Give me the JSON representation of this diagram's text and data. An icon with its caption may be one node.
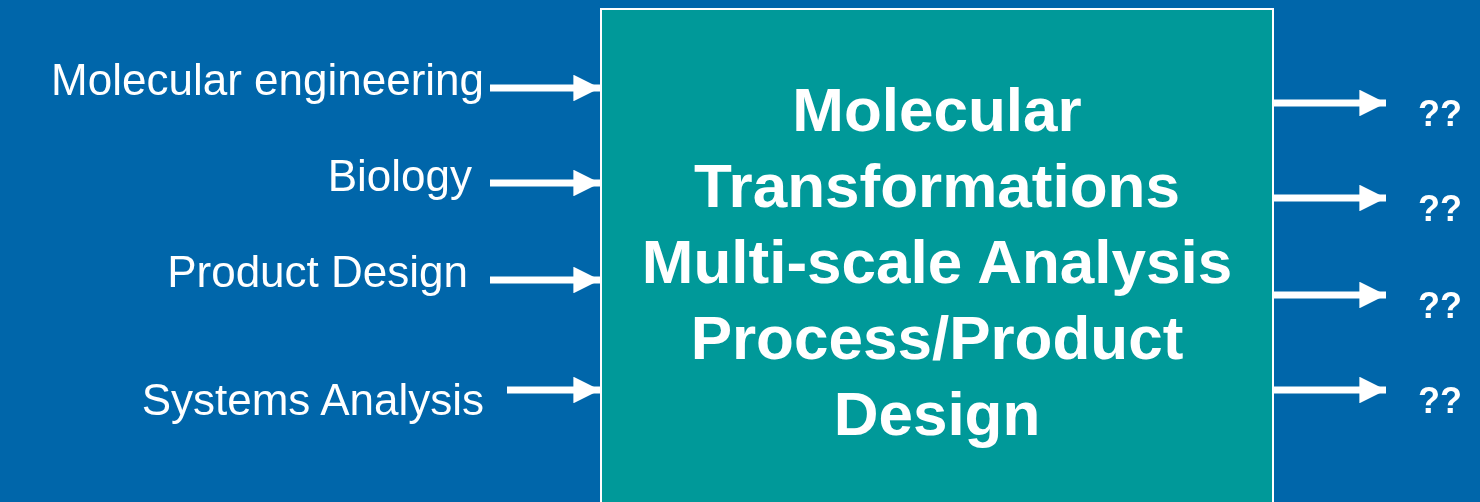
{
  "diagram": {
    "nodes": [
      {
        "text": [
          "Molecular engineering"
        ]
      },
      {
        "text": [
          "Biology"
        ]
      },
      {
        "text": [
          "Product Design"
        ]
      },
      {
        "text": [
          "Systems Analysis"
        ]
      },
      {
        "text": [
          "Molecular Transformations",
          "Multi-scale Analysis",
          "Process/Product Design"
        ]
      },
      {
        "text": [
          "??"
        ]
      },
      {
        "text": [
          "??"
        ]
      },
      {
        "text": [
          "??"
        ]
      },
      {
        "text": [
          "??"
        ]
      }
    ],
    "edges": [
      {
        "from": 0,
        "to": 4,
        "arrow": "to"
      },
      {
        "from": 1,
        "to": 4,
        "arrow": "to"
      },
      {
        "from": 2,
        "to": 4,
        "arrow": "to"
      },
      {
        "from": 3,
        "to": 4,
        "arrow": "to"
      },
      {
        "from": 4,
        "to": 5,
        "arrow": "to"
      },
      {
        "from": 4,
        "to": 6,
        "arrow": "to"
      },
      {
        "from": 4,
        "to": 7,
        "arrow": "to"
      },
      {
        "from": 4,
        "to": 8,
        "arrow": "to"
      }
    ]
  }
}
